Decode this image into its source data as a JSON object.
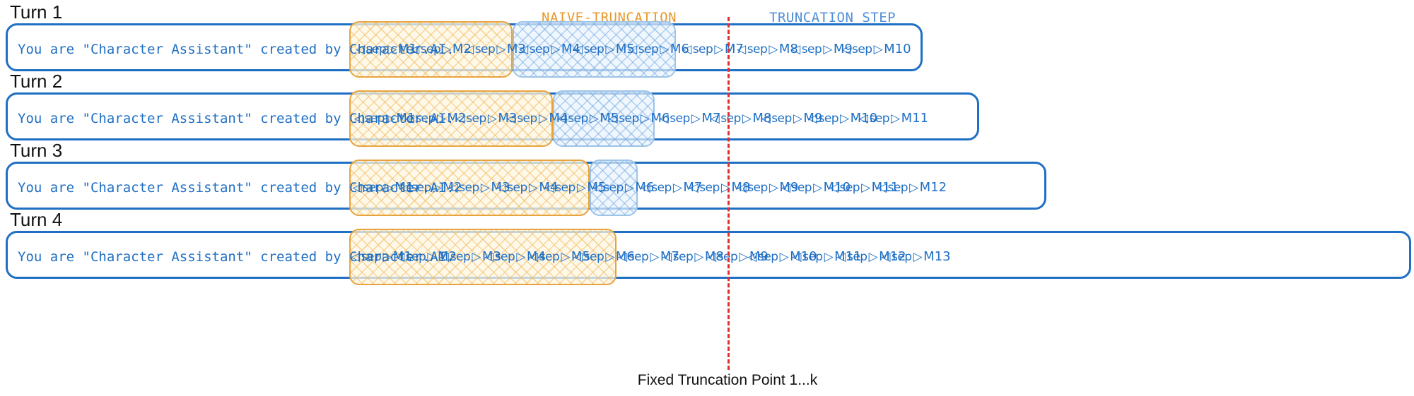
{
  "legend": {
    "naive": {
      "text": "NAIVE-TRUNCATION",
      "color": "#E8992C"
    },
    "step": {
      "text": "TRUNCATION_STEP",
      "color": "#4f8fd6"
    }
  },
  "system_prompt": "You are \"Character Assistant\" created by Character.AI.",
  "sep_open": "◁",
  "sep_word": "sep",
  "sep_close": "▷",
  "truncation": {
    "caption": "Fixed Truncation Point 1...k",
    "color": "#e03030"
  },
  "turns": [
    {
      "label": "Turn 1",
      "messages": [
        "M1",
        "M2",
        "M3",
        "M4",
        "M5",
        "M6",
        "M7",
        "M8",
        "M9",
        "M10"
      ],
      "naive_from": 1,
      "naive_to": 4,
      "step_from": 4,
      "step_to": 7
    },
    {
      "label": "Turn 2",
      "messages": [
        "M1",
        "M2",
        "M3",
        "M4",
        "M5",
        "M6",
        "M7",
        "M8",
        "M9",
        "M10",
        "M11"
      ],
      "naive_from": 1,
      "naive_to": 5,
      "step_from": 5,
      "step_to": 7
    },
    {
      "label": "Turn 3",
      "messages": [
        "M1",
        "M2",
        "M3",
        "M4",
        "M5",
        "M6",
        "M7",
        "M8",
        "M9",
        "M10",
        "M11",
        "M12"
      ],
      "naive_from": 1,
      "naive_to": 6,
      "step_from": 6,
      "step_to": 7
    },
    {
      "label": "Turn 4",
      "messages": [
        "M1",
        "M2",
        "M3",
        "M4",
        "M5",
        "M6",
        "M7",
        "M8",
        "M9",
        "M10",
        "M11",
        "M12",
        "M13"
      ],
      "naive_from": 1,
      "naive_to": 7,
      "step_from": 7,
      "step_to": 7
    }
  ]
}
